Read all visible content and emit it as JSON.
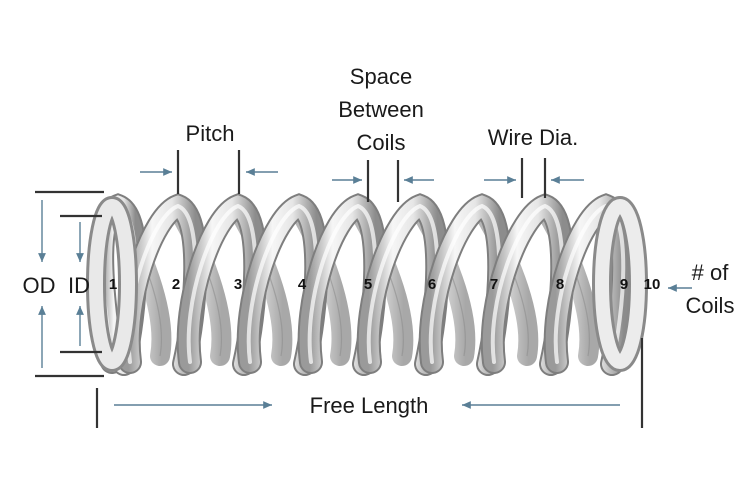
{
  "labels": {
    "pitch": "Pitch",
    "space_line1": "Space",
    "space_line2": "Between",
    "space_line3": "Coils",
    "wire_dia": "Wire Dia.",
    "od": "OD",
    "id": "ID",
    "num_coils_line1": "# of",
    "num_coils_line2": "Coils",
    "free_length": "Free Length"
  },
  "coil_numbers": [
    "1",
    "2",
    "3",
    "4",
    "5",
    "6",
    "7",
    "8",
    "9",
    "10"
  ],
  "colors": {
    "arrow": "#5a7f96",
    "line": "#333333",
    "spring_light": "#f4f4f4",
    "spring_dark": "#8a8a8a",
    "text": "#1a1a1a"
  }
}
